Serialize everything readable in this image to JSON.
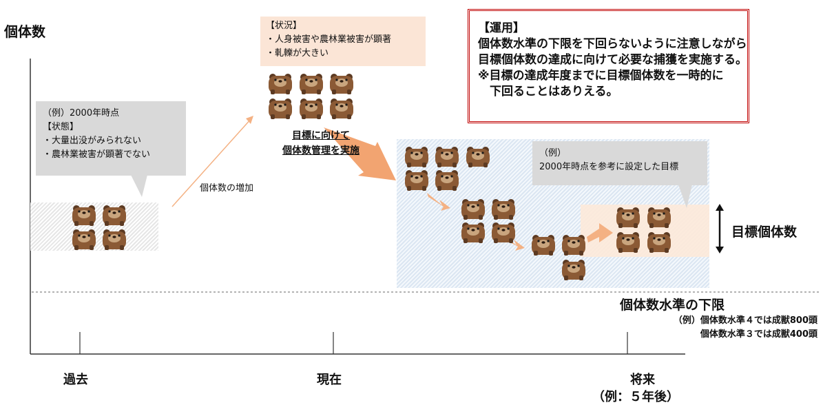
{
  "y_axis_title": "個体数",
  "past_callout": {
    "lines": [
      "（例）2000年時点",
      "【状態】",
      "・大量出没がみられない",
      "・農林業被害が顕著でない"
    ]
  },
  "present_status": {
    "lines": [
      "【状況】",
      "・人身被害や農林業被害が顕著",
      "・軋轢が大きい"
    ]
  },
  "increase_label": "個体数の増加",
  "management_label": [
    "目標に向けて",
    "個体数管理を実施"
  ],
  "operation_box": {
    "lines": [
      "【運用】",
      "個体数水準の下限を下回らないように注意しながら",
      "目標個体数の達成に向けて必要な捕獲を実施する。",
      "※目標の達成年度までに目標個体数を一時的に",
      "　下回ることはありえる。"
    ],
    "border_color": "#c00000"
  },
  "target_callout": {
    "lines": [
      "（例）",
      "2000年時点を参考に設定した目標"
    ]
  },
  "target_label": "目標個体数",
  "lower_limit": {
    "title": "個体数水準の下限",
    "notes": [
      "（例）個体数水準４では成獣800頭",
      "個体数水準３では成獣400頭"
    ]
  },
  "x_ticks": {
    "past": "過去",
    "present": "現在",
    "future": "将来",
    "future_note": "（例：５年後）"
  },
  "colors": {
    "bear_body": "#8b5a35",
    "bear_dark": "#5c3a22",
    "bear_muzzle": "#c9a57e",
    "arrow_orange": "#f4b183",
    "arrow_dark_orange": "#f19a62",
    "callout_gray": "#d9d9d9",
    "status_peach": "#fbe5d6"
  }
}
